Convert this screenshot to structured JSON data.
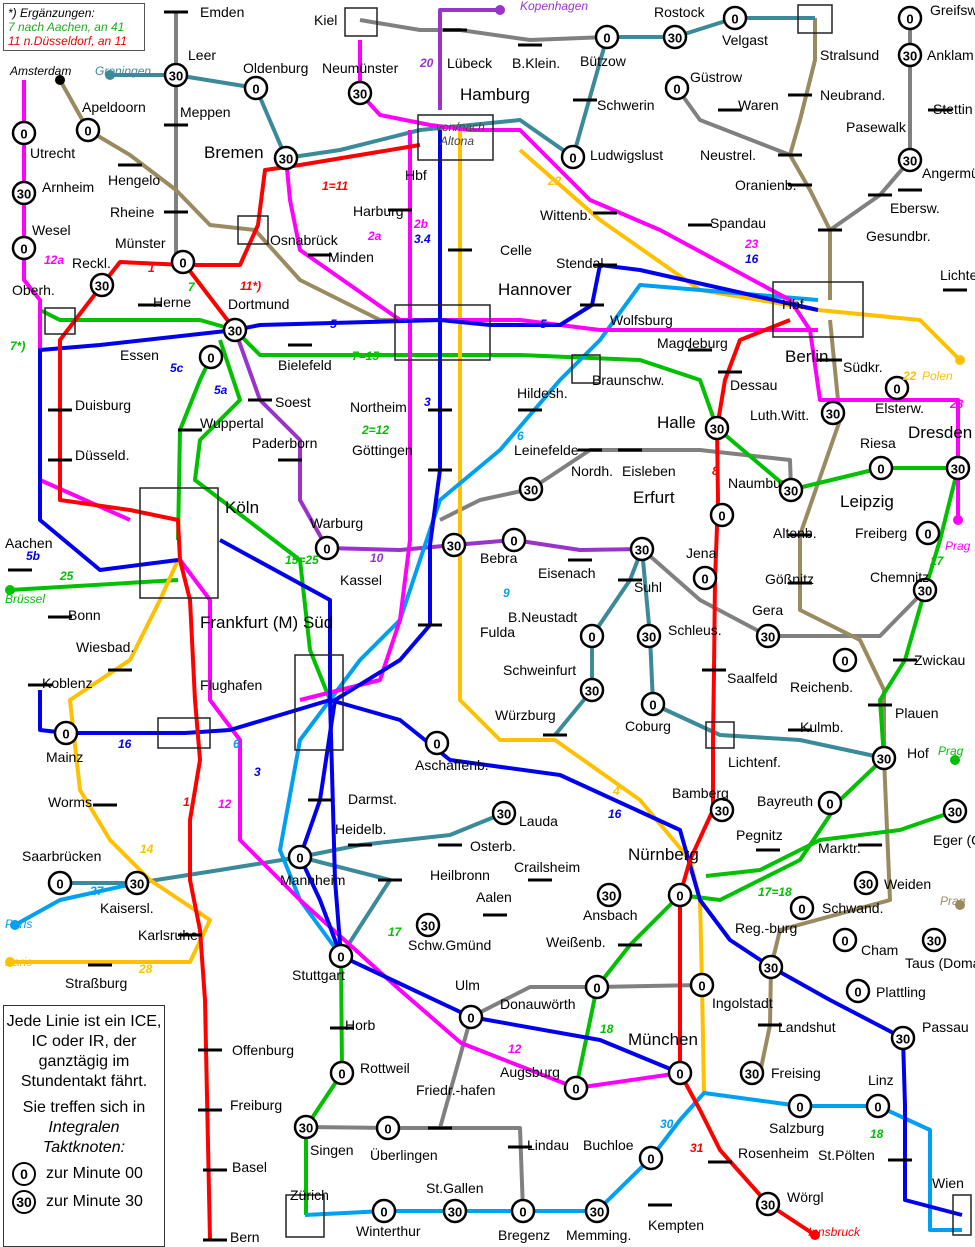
{
  "note": {
    "line1": "*) Ergänzungen:",
    "line2": "7 nach Aachen, an 41",
    "line3": "11 n.Düsseldorf, an 11"
  },
  "legend": {
    "text1": "Jede Linie ist ein ICE, IC oder IR, der ganztägig im Stundentakt fährt.",
    "text2": "Sie treffen sich in",
    "text3": "Integralen",
    "text4": "Taktknoten:",
    "knot0_symbol": "0",
    "knot0_label": "zur Minute 00",
    "knot30_symbol": "30",
    "knot30_label": "zur Minute 30"
  },
  "hamburg_box": {
    "von_nach": "von/nach",
    "altona": "Altona",
    "hbf": "Hbf"
  },
  "berlin_box": {
    "hbf": "Hbf"
  },
  "colors": {
    "red": "#ff0000",
    "blue": "#0000ee",
    "lightblue": "#00a0f0",
    "pink": "#ff00ff",
    "yellow": "#ffc000",
    "green": "#00c000",
    "teal": "#3a8a9a",
    "purple": "#9933cc",
    "olive": "#9a8a60",
    "gray": "#808080"
  },
  "destinations": [
    {
      "id": "kopenhagen",
      "name": "Kopenhagen",
      "color": "#9933cc"
    },
    {
      "id": "amsterdam",
      "name": "Amsterdam",
      "color": "#000000"
    },
    {
      "id": "groningen",
      "name": "Groningen",
      "color": "#3a8a9a"
    },
    {
      "id": "bruessel",
      "name": "Brüssel",
      "color": "#00c000"
    },
    {
      "id": "paris1",
      "name": "Paris",
      "color": "#00a0f0"
    },
    {
      "id": "paris2",
      "name": "Paris",
      "color": "#ffc000"
    },
    {
      "id": "polen",
      "name": "Polen",
      "color": "#ffc000"
    },
    {
      "id": "prag1",
      "name": "Prag",
      "color": "#ff00ff"
    },
    {
      "id": "prag2",
      "name": "Prag",
      "color": "#00c000"
    },
    {
      "id": "prag3",
      "name": "Prag",
      "color": "#9a8a60"
    },
    {
      "id": "innsbruck",
      "name": "Innsbruck",
      "color": "#ff0000"
    }
  ],
  "stations": [
    {
      "id": "emden",
      "name": "Emden",
      "knot": null
    },
    {
      "id": "leer",
      "name": "Leer",
      "knot": "30"
    },
    {
      "id": "meppen",
      "name": "Meppen",
      "knot": null
    },
    {
      "id": "rheine",
      "name": "Rheine",
      "knot": null
    },
    {
      "id": "hengelo",
      "name": "Hengelo",
      "knot": null
    },
    {
      "id": "apeldoorn",
      "name": "Apeldoorn",
      "knot": "0"
    },
    {
      "id": "utrecht",
      "name": "Utrecht",
      "knot": "0"
    },
    {
      "id": "arnheim",
      "name": "Arnheim",
      "knot": "30"
    },
    {
      "id": "wesel",
      "name": "Wesel",
      "knot": "0"
    },
    {
      "id": "oldenburg",
      "name": "Oldenburg",
      "knot": "0"
    },
    {
      "id": "bremen",
      "name": "Bremen",
      "knot": "30"
    },
    {
      "id": "neumuenster",
      "name": "Neumünster",
      "knot": "30"
    },
    {
      "id": "kiel",
      "name": "Kiel",
      "knot": "box"
    },
    {
      "id": "luebeck",
      "name": "Lübeck",
      "knot": null
    },
    {
      "id": "bklein",
      "name": "B.Klein.",
      "knot": null
    },
    {
      "id": "buetzow",
      "name": "Bützow",
      "knot": "0"
    },
    {
      "id": "rostock",
      "name": "Rostock",
      "knot": "30"
    },
    {
      "id": "velgast",
      "name": "Velgast",
      "knot": "0"
    },
    {
      "id": "stralsund",
      "name": "Stralsund",
      "knot": "box"
    },
    {
      "id": "greifswald",
      "name": "Greifswald",
      "knot": "0"
    },
    {
      "id": "anklam",
      "name": "Anklam",
      "knot": "30"
    },
    {
      "id": "guestrow",
      "name": "Güstrow",
      "knot": "0"
    },
    {
      "id": "waren",
      "name": "Waren",
      "knot": null
    },
    {
      "id": "neubrand",
      "name": "Neubrand.",
      "knot": null
    },
    {
      "id": "schwerin",
      "name": "Schwerin",
      "knot": null
    },
    {
      "id": "ludwigslust",
      "name": "Ludwigslust",
      "knot": "0"
    },
    {
      "id": "stettin",
      "name": "Stettin",
      "knot": null
    },
    {
      "id": "pasewalk",
      "name": "Pasewalk",
      "knot": "30"
    },
    {
      "id": "angermuende",
      "name": "Angermünde",
      "knot": null
    },
    {
      "id": "neustrel",
      "name": "Neustrel.",
      "knot": null
    },
    {
      "id": "oranienb",
      "name": "Oranienb.",
      "knot": null
    },
    {
      "id": "ebersw",
      "name": "Ebersw.",
      "knot": null
    },
    {
      "id": "gesundbr",
      "name": "Gesundbr.",
      "knot": null
    },
    {
      "id": "spandau",
      "name": "Spandau",
      "knot": null
    },
    {
      "id": "hamburg",
      "name": "Hamburg",
      "knot": "box"
    },
    {
      "id": "harburg",
      "name": "Harburg",
      "knot": null
    },
    {
      "id": "celle",
      "name": "Celle",
      "knot": null
    },
    {
      "id": "wittenb",
      "name": "Wittenb.",
      "knot": null
    },
    {
      "id": "stendal",
      "name": "Stendal",
      "knot": null
    },
    {
      "id": "wolfsburg",
      "name": "Wolfsburg",
      "knot": null
    },
    {
      "id": "hannover",
      "name": "Hannover",
      "knot": "box"
    },
    {
      "id": "braunschw",
      "name": "Braunschw.",
      "knot": "box"
    },
    {
      "id": "magdeburg",
      "name": "Magdeburg",
      "knot": null
    },
    {
      "id": "berlin",
      "name": "Berlin",
      "knot": "box"
    },
    {
      "id": "suedkr",
      "name": "Südkr.",
      "knot": null
    },
    {
      "id": "lichtenb",
      "name": "Lichtenb.",
      "knot": null
    },
    {
      "id": "dessau",
      "name": "Dessau",
      "knot": null
    },
    {
      "id": "luthwitt",
      "name": "Luth.Witt.",
      "knot": "30"
    },
    {
      "id": "elsterw",
      "name": "Elsterw.",
      "knot": "0"
    },
    {
      "id": "minden",
      "name": "Minden",
      "knot": null
    },
    {
      "id": "osnabrueck",
      "name": "Osnabrück",
      "knot": "box"
    },
    {
      "id": "muenster",
      "name": "Münster",
      "knot": "0"
    },
    {
      "id": "reckl",
      "name": "Reckl.",
      "knot": "30"
    },
    {
      "id": "oberh",
      "name": "Oberh.",
      "knot": "box"
    },
    {
      "id": "herne",
      "name": "Herne",
      "knot": null
    },
    {
      "id": "dortmund",
      "name": "Dortmund",
      "knot": "30"
    },
    {
      "id": "essen",
      "name": "Essen",
      "knot": "0"
    },
    {
      "id": "bielefeld",
      "name": "Bielefeld",
      "knot": null
    },
    {
      "id": "soest",
      "name": "Soest",
      "knot": null
    },
    {
      "id": "paderborn",
      "name": "Paderborn",
      "knot": null
    },
    {
      "id": "warburg",
      "name": "Warburg",
      "knot": "0"
    },
    {
      "id": "duisburg",
      "name": "Duisburg",
      "knot": null
    },
    {
      "id": "duesseld",
      "name": "Düsseld.",
      "knot": null
    },
    {
      "id": "wuppertal",
      "name": "Wuppertal",
      "knot": null
    },
    {
      "id": "koeln",
      "name": "Köln",
      "knot": "box"
    },
    {
      "id": "aachen",
      "name": "Aachen",
      "knot": null
    },
    {
      "id": "bonn",
      "name": "Bonn",
      "knot": null
    },
    {
      "id": "koblenz",
      "name": "Koblenz",
      "knot": null
    },
    {
      "id": "mainz",
      "name": "Mainz",
      "knot": "0"
    },
    {
      "id": "wiesbad",
      "name": "Wiesbad.",
      "knot": null
    },
    {
      "id": "flughafen",
      "name": "Flughafen",
      "knot": "box"
    },
    {
      "id": "frankfurt",
      "name": "Frankfurt (M) Süd",
      "knot": "box"
    },
    {
      "id": "worms",
      "name": "Worms",
      "knot": null
    },
    {
      "id": "darmst",
      "name": "Darmst.",
      "knot": null
    },
    {
      "id": "heidelb",
      "name": "Heidelb.",
      "knot": null
    },
    {
      "id": "mannheim",
      "name": "Mannheim",
      "knot": "0"
    },
    {
      "id": "saarbruecken",
      "name": "Saarbrücken",
      "knot": "0"
    },
    {
      "id": "kaisersl",
      "name": "Kaisersl.",
      "knot": "30"
    },
    {
      "id": "karlsruhe",
      "name": "Karlsruhe",
      "knot": null
    },
    {
      "id": "strassburg",
      "name": "Straßburg",
      "knot": null
    },
    {
      "id": "offenburg",
      "name": "Offenburg",
      "knot": null
    },
    {
      "id": "freiburg",
      "name": "Freiburg",
      "knot": null
    },
    {
      "id": "basel",
      "name": "Basel",
      "knot": null
    },
    {
      "id": "bern",
      "name": "Bern",
      "knot": null
    },
    {
      "id": "zuerich",
      "name": "Zürich",
      "knot": "box"
    },
    {
      "id": "winterthur",
      "name": "Winterthur",
      "knot": "0"
    },
    {
      "id": "stgallen",
      "name": "St.Gallen",
      "knot": "30"
    },
    {
      "id": "bregenz",
      "name": "Bregenz",
      "knot": "0"
    },
    {
      "id": "memming",
      "name": "Memming.",
      "knot": "30"
    },
    {
      "id": "kempten",
      "name": "Kempten",
      "knot": null
    },
    {
      "id": "buchloe",
      "name": "Buchloe",
      "knot": "0"
    },
    {
      "id": "lindau",
      "name": "Lindau",
      "knot": null
    },
    {
      "id": "friedrichshafen",
      "name": "Friedr.-hafen",
      "knot": null
    },
    {
      "id": "ueberlingen",
      "name": "Überlingen",
      "knot": "0"
    },
    {
      "id": "singen",
      "name": "Singen",
      "knot": "30"
    },
    {
      "id": "rottweil",
      "name": "Rottweil",
      "knot": "0"
    },
    {
      "id": "horb",
      "name": "Horb",
      "knot": null
    },
    {
      "id": "stuttgart",
      "name": "Stuttgart",
      "knot": "0"
    },
    {
      "id": "schwgmuend",
      "name": "Schw.Gmünd",
      "knot": "30"
    },
    {
      "id": "aalen",
      "name": "Aalen",
      "knot": null
    },
    {
      "id": "heilbronn",
      "name": "Heilbronn",
      "knot": null
    },
    {
      "id": "osterb",
      "name": "Osterb.",
      "knot": null
    },
    {
      "id": "lauda",
      "name": "Lauda",
      "knot": "30"
    },
    {
      "id": "aschaffenb",
      "name": "Aschaffenb.",
      "knot": "0"
    },
    {
      "id": "wuerzburg",
      "name": "Würzburg",
      "knot": null
    },
    {
      "id": "crailsheim",
      "name": "Crailsheim",
      "knot": null
    },
    {
      "id": "ansbach",
      "name": "Ansbach",
      "knot": "30"
    },
    {
      "id": "weissenb",
      "name": "Weißenb.",
      "knot": null
    },
    {
      "id": "ulm",
      "name": "Ulm",
      "knot": "0"
    },
    {
      "id": "donauwoerth",
      "name": "Donauwörth",
      "knot": "0"
    },
    {
      "id": "augsburg",
      "name": "Augsburg",
      "knot": "0"
    },
    {
      "id": "muenchen",
      "name": "München",
      "knot": "0"
    },
    {
      "id": "ingolstadt",
      "name": "Ingolstadt",
      "knot": "0"
    },
    {
      "id": "nuernberg",
      "name": "Nürnberg",
      "knot": "0"
    },
    {
      "id": "bamberg",
      "name": "Bamberg",
      "knot": "30"
    },
    {
      "id": "fulda",
      "name": "Fulda",
      "knot": null
    },
    {
      "id": "kassel",
      "name": "Kassel",
      "knot": "30"
    },
    {
      "id": "bebra",
      "name": "Bebra",
      "knot": "0"
    },
    {
      "id": "eisenach",
      "name": "Eisenach",
      "knot": null
    },
    {
      "id": "goettingen",
      "name": "Göttingen",
      "knot": null
    },
    {
      "id": "northeim",
      "name": "Northeim",
      "knot": null
    },
    {
      "id": "hildesh",
      "name": "Hildesh.",
      "knot": null
    },
    {
      "id": "leinefelde",
      "name": "Leinefelde",
      "knot": "30"
    },
    {
      "id": "nordh",
      "name": "Nordh.",
      "knot": null
    },
    {
      "id": "eisleben",
      "name": "Eisleben",
      "knot": null
    },
    {
      "id": "halle",
      "name": "Halle",
      "knot": "30"
    },
    {
      "id": "erfurt",
      "name": "Erfurt",
      "knot": "30"
    },
    {
      "id": "naumburg",
      "name": "Naumburg",
      "knot": "0"
    },
    {
      "id": "leipzig",
      "name": "Leipzig",
      "knot": "30"
    },
    {
      "id": "riesa",
      "name": "Riesa",
      "knot": "0"
    },
    {
      "id": "dresden",
      "name": "Dresden",
      "knot": "30"
    },
    {
      "id": "jena",
      "name": "Jena",
      "knot": "0"
    },
    {
      "id": "suhl",
      "name": "Suhl",
      "knot": null
    },
    {
      "id": "altenb",
      "name": "Altenb.",
      "knot": null
    },
    {
      "id": "goessnitz",
      "name": "Gößnitz",
      "knot": null
    },
    {
      "id": "freiberg",
      "name": "Freiberg",
      "knot": "0"
    },
    {
      "id": "chemnitz",
      "name": "Chemnitz",
      "knot": "30"
    },
    {
      "id": "gera",
      "name": "Gera",
      "knot": "30"
    },
    {
      "id": "bneustadt",
      "name": "B.Neustadt",
      "knot": "0"
    },
    {
      "id": "schleus",
      "name": "Schleus.",
      "knot": "30"
    },
    {
      "id": "saalfeld",
      "name": "Saalfeld",
      "knot": null
    },
    {
      "id": "zwickau",
      "name": "Zwickau",
      "knot": null
    },
    {
      "id": "reichenb",
      "name": "Reichenb.",
      "knot": "0"
    },
    {
      "id": "plauen",
      "name": "Plauen",
      "knot": null
    },
    {
      "id": "schweinfurt",
      "name": "Schweinfurt",
      "knot": "30"
    },
    {
      "id": "coburg",
      "name": "Coburg",
      "knot": "0"
    },
    {
      "id": "lichtenf",
      "name": "Lichtenf.",
      "knot": "box"
    },
    {
      "id": "kulmb",
      "name": "Kulmb.",
      "knot": null
    },
    {
      "id": "hof",
      "name": "Hof",
      "knot": "30"
    },
    {
      "id": "bayreuth",
      "name": "Bayreuth",
      "knot": "0"
    },
    {
      "id": "eger",
      "name": "Eger (Cheb)",
      "knot": "30"
    },
    {
      "id": "pegnitz",
      "name": "Pegnitz",
      "knot": null
    },
    {
      "id": "marktr",
      "name": "Marktr.",
      "knot": null
    },
    {
      "id": "weiden",
      "name": "Weiden",
      "knot": "30"
    },
    {
      "id": "schwand",
      "name": "Schwand.",
      "knot": "0"
    },
    {
      "id": "cham",
      "name": "Cham",
      "knot": "0"
    },
    {
      "id": "taus",
      "name": "Taus (Domazl.)",
      "knot": "30"
    },
    {
      "id": "regensburg",
      "name": "Reg.-burg",
      "knot": "30"
    },
    {
      "id": "plattling",
      "name": "Plattling",
      "knot": "0"
    },
    {
      "id": "landshut",
      "name": "Landshut",
      "knot": null
    },
    {
      "id": "passau",
      "name": "Passau",
      "knot": "30"
    },
    {
      "id": "freising",
      "name": "Freising",
      "knot": "30"
    },
    {
      "id": "salzburg",
      "name": "Salzburg",
      "knot": "0"
    },
    {
      "id": "linz",
      "name": "Linz",
      "knot": "0"
    },
    {
      "id": "rosenheim",
      "name": "Rosenheim",
      "knot": null
    },
    {
      "id": "woergl",
      "name": "Wörgl",
      "knot": "30"
    },
    {
      "id": "stpoelten",
      "name": "St.Pölten",
      "knot": null
    },
    {
      "id": "wien",
      "name": "Wien",
      "knot": "box"
    }
  ],
  "line_labels": [
    {
      "text": "1",
      "color": "#ff0000"
    },
    {
      "text": "11*)",
      "color": "#ff0000"
    },
    {
      "text": "1=11",
      "color": "#ff0000"
    },
    {
      "text": "2a",
      "color": "#ff00ff"
    },
    {
      "text": "2b",
      "color": "#ff00ff"
    },
    {
      "text": "3.4",
      "color": "#0000ee"
    },
    {
      "text": "5",
      "color": "#0000ee"
    },
    {
      "text": "5",
      "color": "#0000ee"
    },
    {
      "text": "7=15",
      "color": "#00c000"
    },
    {
      "text": "7",
      "color": "#00c000"
    },
    {
      "text": "10",
      "color": "#9933cc"
    },
    {
      "text": "3",
      "color": "#0000ee"
    },
    {
      "text": "2=12",
      "color": "#00c000"
    },
    {
      "text": "6",
      "color": "#00a0f0"
    },
    {
      "text": "9",
      "color": "#00a0f0"
    },
    {
      "text": "8",
      "color": "#ff0000"
    },
    {
      "text": "15=25",
      "color": "#00c000"
    },
    {
      "text": "16",
      "color": "#0000ee"
    },
    {
      "text": "16",
      "color": "#0000ee"
    },
    {
      "text": "4",
      "color": "#ffc000"
    },
    {
      "text": "17",
      "color": "#00c000"
    },
    {
      "text": "18",
      "color": "#00c000"
    },
    {
      "text": "12",
      "color": "#ff00ff"
    },
    {
      "text": "30",
      "color": "#00a0f0"
    },
    {
      "text": "31",
      "color": "#ff0000"
    },
    {
      "text": "23",
      "color": "#ff00ff"
    },
    {
      "text": "22",
      "color": "#ffc000"
    },
    {
      "text": "27",
      "color": "#00a0f0"
    },
    {
      "text": "28",
      "color": "#ffc000"
    },
    {
      "text": "14",
      "color": "#ffc000"
    },
    {
      "text": "17=18",
      "color": "#00c000"
    },
    {
      "text": "20",
      "color": "#9933cc"
    },
    {
      "text": "12a",
      "color": "#ff00ff"
    },
    {
      "text": "7*)",
      "color": "#00c000"
    },
    {
      "text": "25",
      "color": "#00c000"
    },
    {
      "text": "6",
      "color": "#00a0f0"
    },
    {
      "text": "3",
      "color": "#0000ee"
    },
    {
      "text": "1",
      "color": "#ff0000"
    },
    {
      "text": "12",
      "color": "#ff00ff"
    },
    {
      "text": "22",
      "color": "#ffc000"
    },
    {
      "text": "23",
      "color": "#ff00ff"
    },
    {
      "text": "16",
      "color": "#0000ee"
    },
    {
      "text": "17",
      "color": "#00c000"
    },
    {
      "text": "5b",
      "color": "#0000ee"
    },
    {
      "text": "5c",
      "color": "#0000ee"
    },
    {
      "text": "5a",
      "color": "#0000ee"
    },
    {
      "text": "18",
      "color": "#00c000"
    }
  ]
}
